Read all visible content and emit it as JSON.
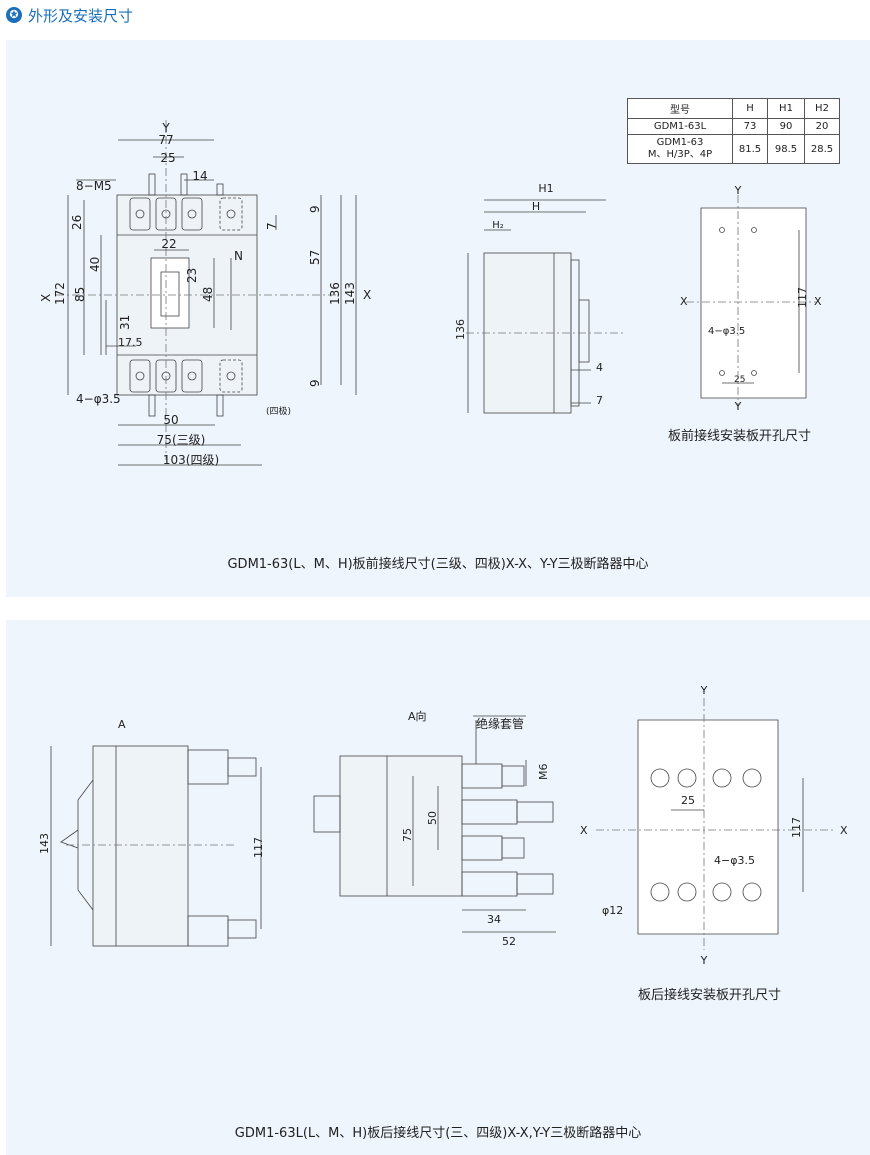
{
  "header": {
    "icon": "star-icon",
    "title": "外形及安装尺寸",
    "accent": "#1a6fb8"
  },
  "section1": {
    "caption": "GDM1-63(L、M、H)板前接线尺寸(三级、四极)X-X、Y-Y三极断路器中心",
    "sub_caption": "板前接线安装板开孔尺寸",
    "table": {
      "headers": [
        "型号",
        "H",
        "H1",
        "H2"
      ],
      "rows": [
        [
          "GDM1-63L",
          "73",
          "90",
          "20"
        ],
        [
          "GDM1-63\nM、H/3P、4P",
          "81.5",
          "98.5",
          "28.5"
        ]
      ]
    },
    "front": {
      "y": "Y",
      "x": "X",
      "w77": "77",
      "w25": "25",
      "w14": "14",
      "m5": "8−M5",
      "d26": "26",
      "d40": "40",
      "d85": "85",
      "d172": "172",
      "d31": "31",
      "d17": "17.5",
      "d22": "22",
      "d23": "23",
      "d48": "48",
      "n": "N",
      "d7": "7",
      "d9a": "9",
      "d57": "57",
      "d136": "136",
      "d143": "143",
      "d9b": "9",
      "hole": "4−φ3.5",
      "d50": "50",
      "d75": "75(三级)",
      "d103": "103(四级)",
      "four": "(四极)"
    },
    "side": {
      "h1": "H1",
      "h": "H",
      "h2": "H₂",
      "d136": "136",
      "d4": "4",
      "d7": "7"
    },
    "plate": {
      "y": "Y",
      "x": "X",
      "d117": "117",
      "hole": "4−φ3.5",
      "d25": "25"
    }
  },
  "section2": {
    "caption": "GDM1-63L(L、M、H)板后接线尺寸(三、四级)X-X,Y-Y三极断路器中心",
    "sub_caption": "板后接线安装板开孔尺寸",
    "side": {
      "a": "A",
      "d143": "143",
      "d117": "117"
    },
    "view": {
      "a_view": "A向",
      "sleeve": "绝缘套管",
      "m6": "M6",
      "d75": "75",
      "d50": "50",
      "d34": "34",
      "d52": "52"
    },
    "plate": {
      "y": "Y",
      "x": "X",
      "d25": "25",
      "d117": "117",
      "hole": "4−φ3.5",
      "d12": "φ12"
    }
  }
}
